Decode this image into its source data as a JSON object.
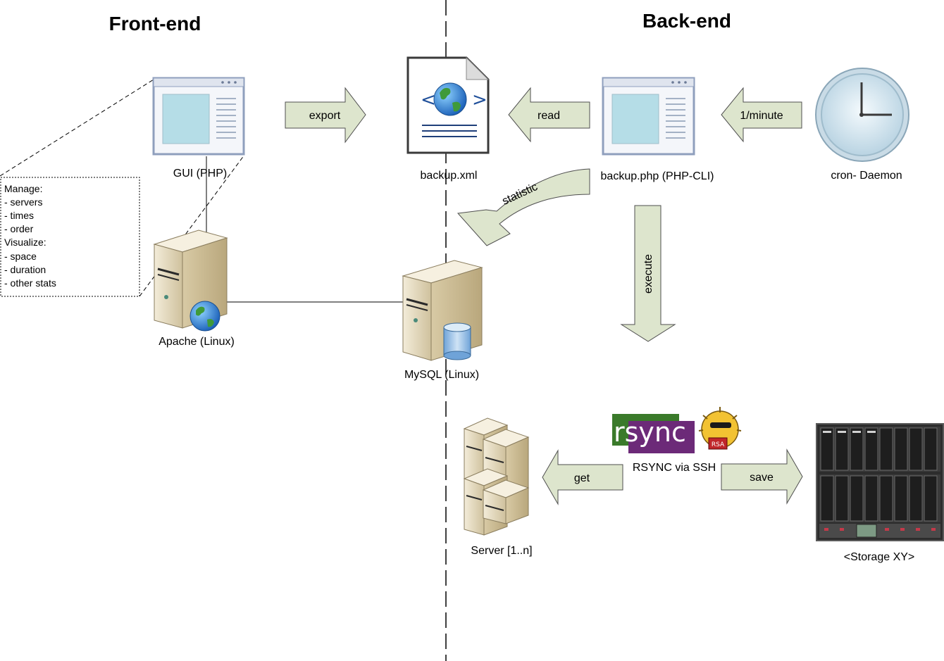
{
  "headings": {
    "frontend": "Front-end",
    "backend": "Back-end"
  },
  "nodes": {
    "gui": "GUI (PHP)",
    "backup_xml": "backup.xml",
    "backup_php": "backup.php (PHP-CLI)",
    "cron": "cron- Daemon",
    "apache": "Apache (Linux)",
    "mysql": "MySQL (Linux)",
    "servers": "Server [1..n]",
    "rsync": "RSYNC via SSH",
    "storage": "<Storage XY>"
  },
  "arrows": {
    "export": "export",
    "read": "read",
    "per_minute": "1/minute",
    "statistic": "statistic",
    "execute": "execute",
    "get": "get",
    "save": "save"
  },
  "note": {
    "lines": [
      "Manage:",
      "- servers",
      "- times",
      "- order",
      "Visualize:",
      "- space",
      "- duration",
      "- other stats"
    ]
  },
  "logos": {
    "rsync_text": "rsync",
    "rsa_text": "RSA"
  },
  "colors": {
    "arrow_fill": "#dde5cd",
    "arrow_stroke": "#4f4f4f",
    "window_frame": "#8f9fbd",
    "window_screen": "#b5dde7",
    "server_body": "#e6dcc3",
    "rsync_green": "#3a7a2a",
    "rsync_purple": "#6c2a78"
  }
}
